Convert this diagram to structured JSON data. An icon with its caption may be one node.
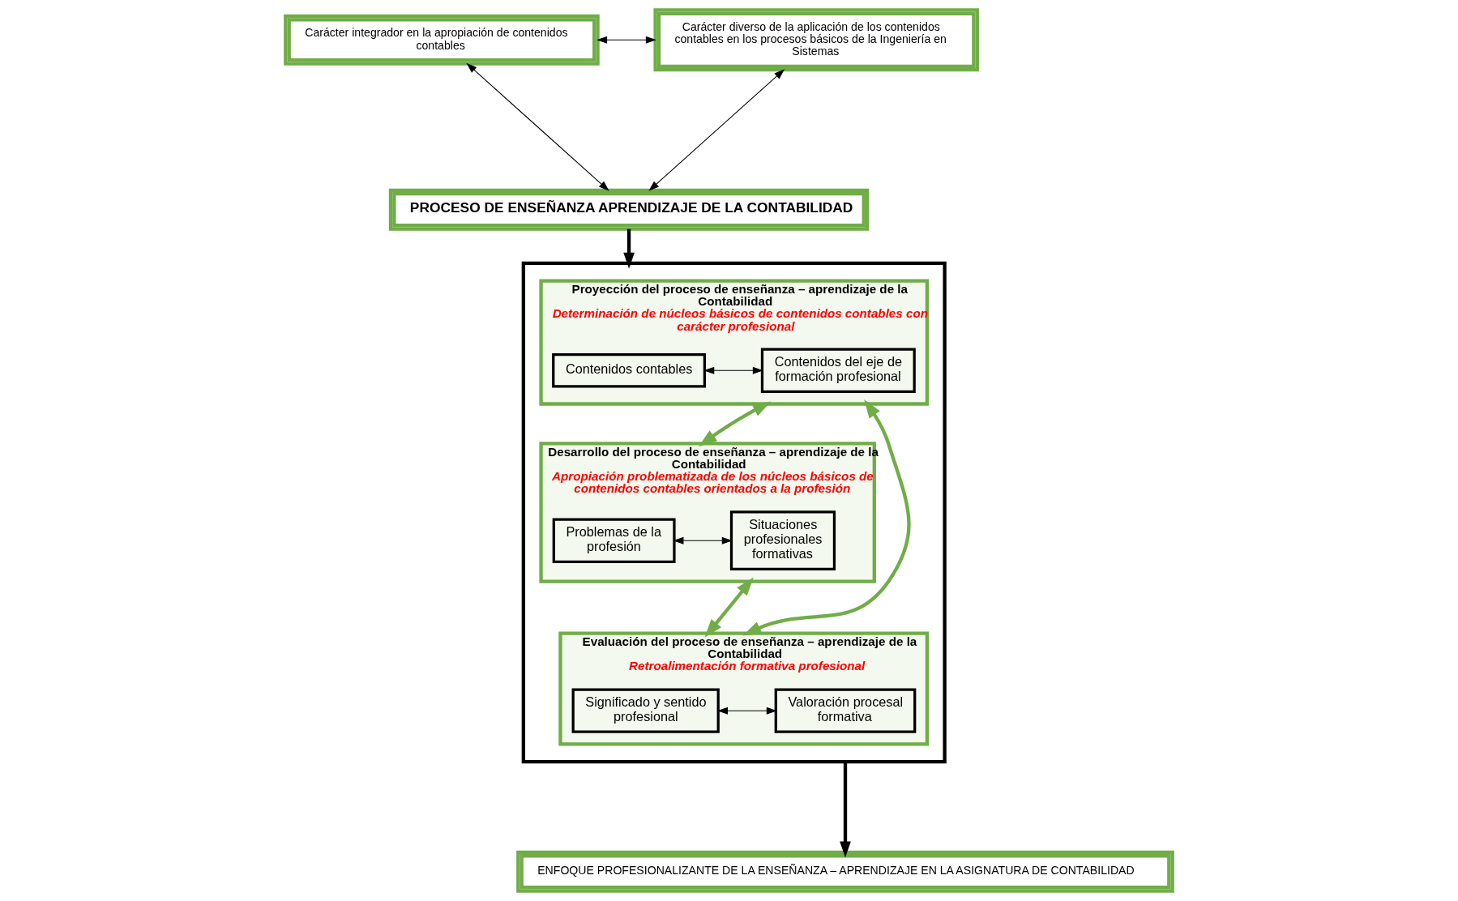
{
  "diagram": {
    "nodes": [
      {
        "text": [
          "Carácter integrador en la apropiación de contenidos contables"
        ]
      },
      {
        "text": [
          "Carácter diverso de la aplicación de los contenidos contables en los procesos básicos de la Ingeniería en Sistemas"
        ]
      },
      {
        "text": [
          "PROCESO DE ENSEÑANZA APRENDIZAJE DE LA CONTABILIDAD"
        ]
      },
      {
        "text": [],
        "shape": "box"
      },
      {
        "text": [
          "Proyección del proceso de enseñanza – aprendizaje de la Contabilidad",
          "Determinación de núcleos básicos de contenidos contables con carácter profesional"
        ],
        "in": 3
      },
      {
        "text": [
          "Contenidos contables"
        ],
        "in": 4
      },
      {
        "text": [
          "Contenidos del eje de formación profesional"
        ],
        "in": 4
      },
      {
        "text": [
          "Desarrollo del proceso de enseñanza – aprendizaje de la Contabilidad",
          "Apropiación problematizada de los núcleos básicos de contenidos contables orientados a la profesión"
        ],
        "in": 3
      },
      {
        "text": [
          "Problemas de la profesión"
        ],
        "in": 7
      },
      {
        "text": [
          "Situaciones profesionales formativas"
        ],
        "in": 7
      },
      {
        "text": [
          "Evaluación del proceso de enseñanza – aprendizaje de la Contabilidad",
          "Retroalimentación formativa profesional"
        ],
        "in": 3
      },
      {
        "text": [
          "Significado y sentido profesional"
        ],
        "in": 10
      },
      {
        "text": [
          "Valoración procesal formativa"
        ],
        "in": 10
      },
      {
        "text": [
          "ENFOQUE PROFESIONALIZANTE DE LA ENSEÑANZA – APRENDIZAJE EN LA ASIGNATURA DE CONTABILIDAD"
        ]
      }
    ],
    "edges": [
      {
        "from": 0,
        "to": 1,
        "arrow": "both"
      },
      {
        "from": 0,
        "to": 2,
        "arrow": "both"
      },
      {
        "from": 1,
        "to": 2,
        "arrow": "both"
      },
      {
        "from": 2,
        "to": 3,
        "arrow": "to",
        "style": "thick"
      },
      {
        "from": 5,
        "to": 6,
        "arrow": "both"
      },
      {
        "from": 4,
        "to": 7,
        "arrow": "both",
        "style": "thick",
        "color": "#70ad47"
      },
      {
        "from": 4,
        "to": 10,
        "arrow": "both",
        "style": "thick",
        "color": "#70ad47"
      },
      {
        "from": 7,
        "to": 10,
        "arrow": "both",
        "style": "thick",
        "color": "#70ad47"
      },
      {
        "from": 8,
        "to": 9,
        "arrow": "both"
      },
      {
        "from": 11,
        "to": 12,
        "arrow": "both"
      },
      {
        "from": 3,
        "to": 13,
        "arrow": "to",
        "style": "thick"
      }
    ]
  }
}
